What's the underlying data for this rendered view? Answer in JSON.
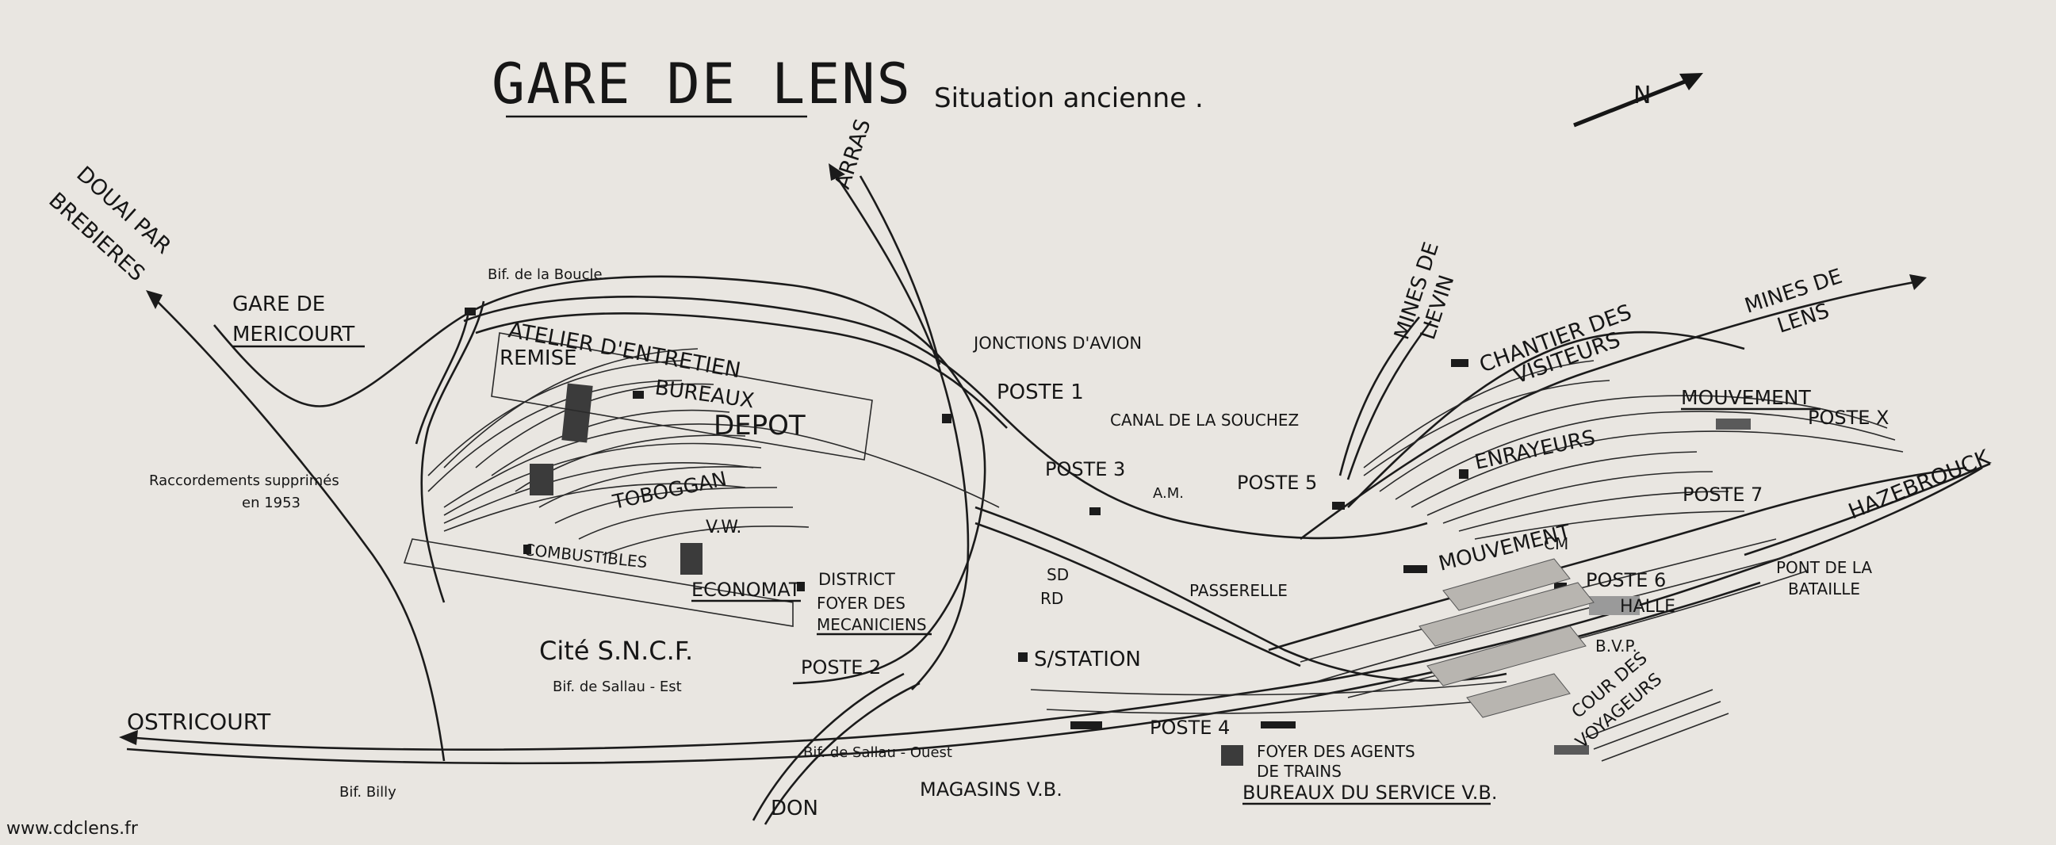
{
  "title": "GARE DE LENS",
  "subtitle": "Situation ancienne .",
  "north": "N",
  "watermark": "www.cdclens.fr",
  "destinations": {
    "douai": "DOUAI PAR",
    "brebieres": "BREBIERES",
    "arras": "ARRAS",
    "mines_lievin_1": "MINES DE",
    "mines_lievin_2": "LIEVIN",
    "mines_lens_1": "MINES DE",
    "mines_lens_2": "LENS",
    "hazebrouck": "HAZEBROUCK",
    "ostricourt": "OSTRICOURT",
    "don": "DON"
  },
  "labels": {
    "gare_mericourt_1": "GARE DE",
    "gare_mericourt_2": "MERICOURT",
    "bif_boucle": "Bif. de la Boucle",
    "atelier": "ATELIER D'ENTRETIEN",
    "remise": "REMISE",
    "bureaux": "BUREAUX",
    "depot": "DEPOT",
    "raccordements_1": "Raccordements supprimés",
    "raccordements_2": "en 1953",
    "toboggan": "TOBOGGAN",
    "vw": "V.W.",
    "combustibles": "COMBUSTIBLES",
    "economat": "ECONOMAT",
    "district": "DISTRICT",
    "foyer_meca_1": "FOYER DES",
    "foyer_meca_2": "MECANICIENS",
    "cite": "Cité S.N.C.F.",
    "bif_sallau_est": "Bif. de Sallau - Est",
    "bif_sallau_ouest": "Bif. de Sallau - Ouest",
    "bif_billy": "Bif. Billy",
    "jonctions": "JONCTIONS D'AVION",
    "poste1": "POSTE 1",
    "poste2": "POSTE 2",
    "poste3": "POSTE 3",
    "poste4": "POSTE 4",
    "poste5": "POSTE 5",
    "poste6": "POSTE 6",
    "poste7": "POSTE 7",
    "postex": "POSTE X",
    "canal": "CANAL DE LA SOUCHEZ",
    "am": "A.M.",
    "sd": "SD",
    "rd": "RD",
    "sstation": "S/STATION",
    "passerelle": "PASSERELLE",
    "magasins": "MAGASINS V.B.",
    "foyer_agents_1": "FOYER DES AGENTS",
    "foyer_agents_2": "DE TRAINS",
    "bureaux_vb": "BUREAUX DU SERVICE V.B.",
    "chantier_1": "CHANTIER DES",
    "chantier_2": "VISITEURS",
    "enrayeurs": "ENRAYEURS",
    "mouvement_top": "MOUVEMENT",
    "mouvement": "MOUVEMENT",
    "cm": "CM",
    "halle": "HALLE",
    "bvp": "B.V.P.",
    "cour_1": "COUR DES",
    "cour_2": "VOYAGEURS",
    "pont_1": "PONT DE LA",
    "pont_2": "BATAILLE"
  }
}
